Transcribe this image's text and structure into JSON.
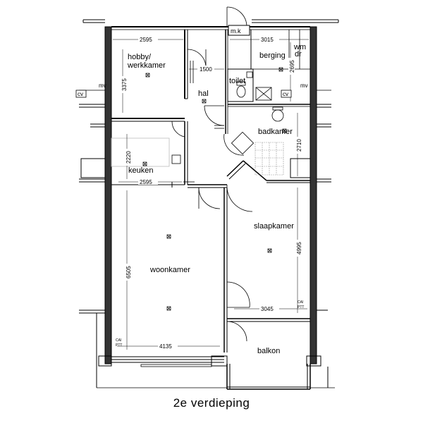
{
  "rooms": {
    "hobby_line1": "hobby/",
    "hobby_line2": "werkkamer",
    "berging": "berging",
    "wm": "wm",
    "dr": "dr",
    "toilet": "toilet",
    "hal": "hal",
    "badkamer": "badkamer",
    "keuken": "keuken",
    "slaapkamer": "slaapkamer",
    "woonkamer": "woonkamer",
    "balkon": "balkon",
    "mk": "m.k"
  },
  "dimensions": {
    "hobby_width": "2595",
    "hobby_depth": "3375",
    "berging_width": "3015",
    "berging_depth": "2695",
    "hal_width": "1500",
    "badkamer_depth": "2710",
    "keuken_depth": "2220",
    "keuken_width": "2595",
    "woonkamer_depth": "6505",
    "woonkamer_width": "4135",
    "slaapkamer_depth": "4995",
    "slaapkamer_width": "3045"
  },
  "annotations": {
    "mv_left": "mv",
    "mv_right": "mv",
    "cv_left": "cv",
    "cv_right": "cv",
    "cai": "CAI",
    "ptt": "PTT",
    "cai_right": "CAI",
    "ptt_right": "PTT"
  },
  "caption": "2e verdieping"
}
